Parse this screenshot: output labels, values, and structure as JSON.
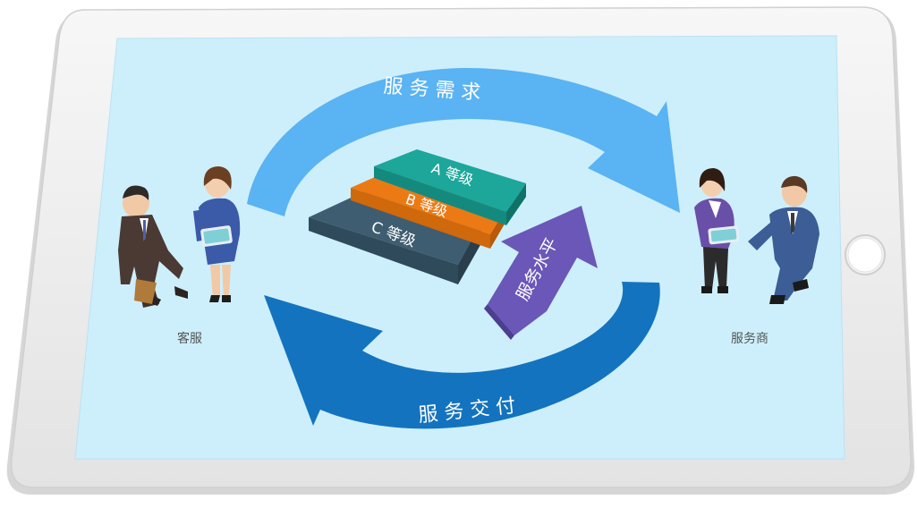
{
  "arrows": {
    "top_label": "服 务 需 求",
    "bottom_label": "服 务 交 付",
    "level_label": "服务水平"
  },
  "tiers": {
    "a": "A 等级",
    "b": "B 等级",
    "c": "C 等级"
  },
  "people": {
    "left_caption": "客服",
    "right_caption": "服务商"
  },
  "colors": {
    "screen": "#cdeffb",
    "top_arrow": "#5ab3f2",
    "bottom_arrow": "#1473be",
    "level_arrow": "#6a57b7",
    "tier_a": "#1ca79a",
    "tier_b": "#ec7a14",
    "tier_c": "#3f5d70"
  }
}
